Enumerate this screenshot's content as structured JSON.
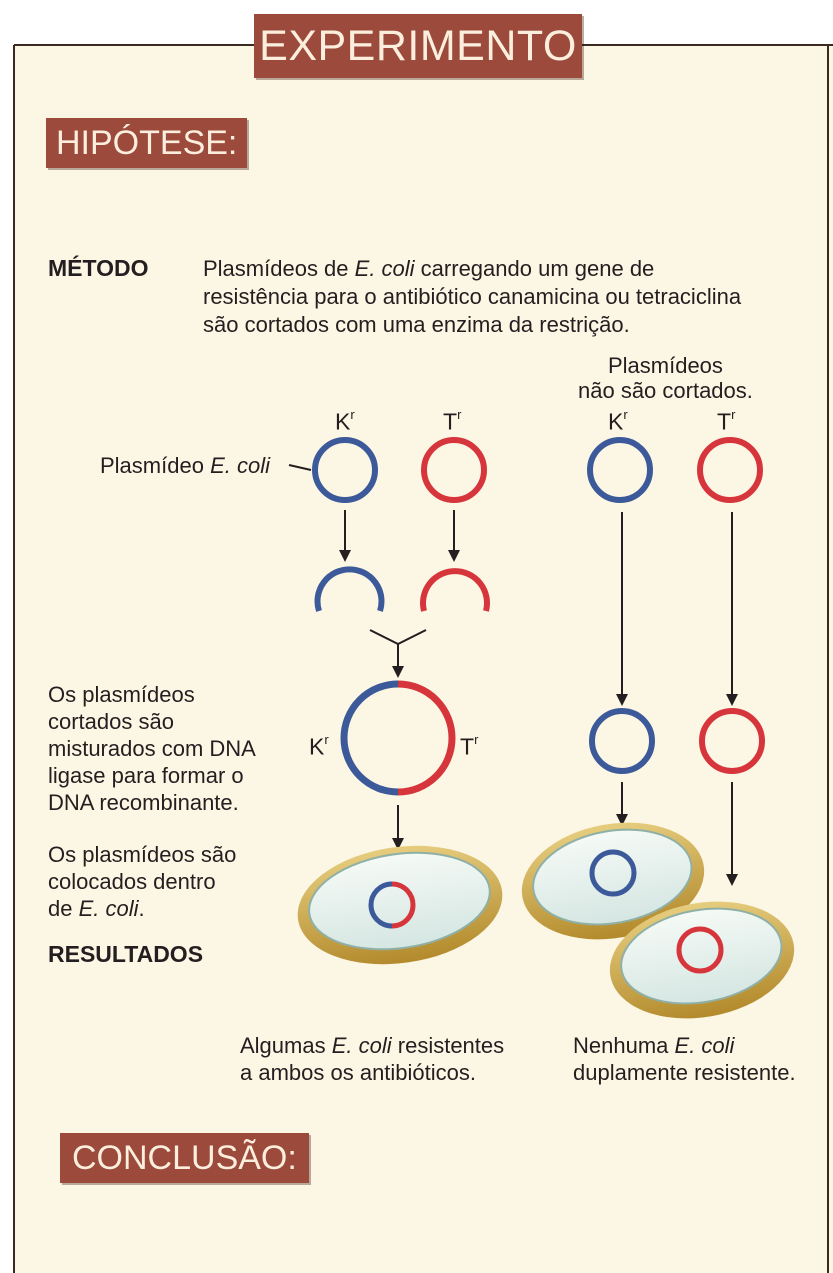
{
  "header": {
    "title": "EXPERIMENTO"
  },
  "hypothesis": {
    "label": "HIPÓTESE:"
  },
  "method": {
    "label": "MÉTODO",
    "lines": [
      [
        "Plasmídeos de ",
        "E. coli",
        " carregando um gene de"
      ],
      "resistência para o antibiótico canamicina ou tetraciclina",
      "são cortados com uma enzima da restrição."
    ]
  },
  "uncut_note": [
    "Plasmídeos",
    "não são cortados."
  ],
  "plasmid_label": {
    "text": "Plasmídeo ",
    "italic": "E. coli"
  },
  "genes": {
    "kanamycin": {
      "base": "K",
      "sup": "r"
    },
    "tetracycline": {
      "base": "T",
      "sup": "r"
    }
  },
  "mix_text": [
    "Os plasmídeos",
    "cortados são",
    "misturados com DNA",
    "ligase para formar o",
    "DNA recombinante."
  ],
  "insert_text": [
    "Os plasmídeos são",
    "colocados dentro",
    [
      "de ",
      "E. coli",
      "."
    ]
  ],
  "results": {
    "label": "RESULTADOS",
    "left": [
      [
        "Algumas ",
        "E. coli",
        " resistentes"
      ],
      "a ambos os antibióticos."
    ],
    "right": [
      [
        "Nenhuma ",
        "E. coli",
        ""
      ],
      "duplamente resistente."
    ]
  },
  "conclusion": {
    "label": "CONCLUSÃO:"
  },
  "colors": {
    "kanamycin_plasmid": "#3c5a9a",
    "tetracycline_plasmid": "#d6363b",
    "header_bg": "#9b4a3c",
    "panel_bg": "#fcf6e4",
    "panel_border": "#3a2a22",
    "cell_membrane": "#c9a64a",
    "cell_interior": "#e7f0ec"
  }
}
